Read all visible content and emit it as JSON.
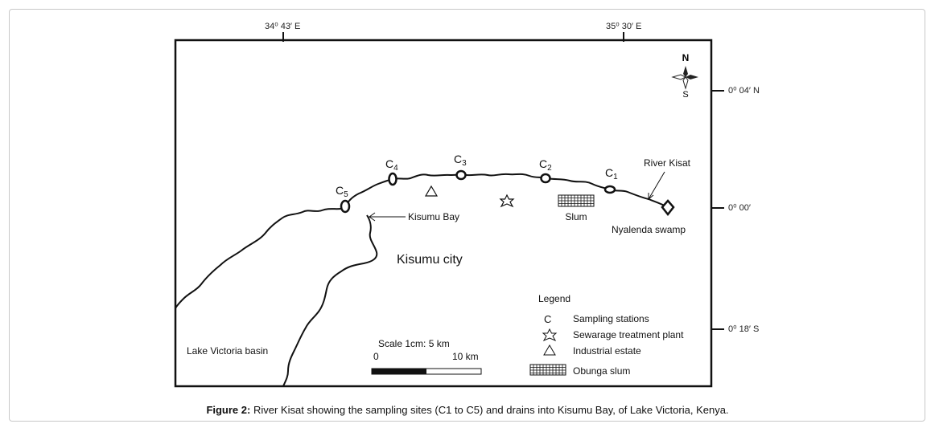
{
  "coordinates": {
    "lon_left": "34⁰ 43′ E",
    "lon_right": "35⁰ 30′ E",
    "lat_top": "0⁰ 04′ N",
    "lat_mid": "0⁰ 00′",
    "lat_bottom": "0⁰ 18′ S"
  },
  "compass": {
    "north": "N",
    "south": "S"
  },
  "stations": [
    {
      "letter": "C",
      "sub": "1"
    },
    {
      "letter": "C",
      "sub": "2"
    },
    {
      "letter": "C",
      "sub": "3"
    },
    {
      "letter": "C",
      "sub": "4"
    },
    {
      "letter": "C",
      "sub": "5"
    }
  ],
  "labels": {
    "river": "River Kisat",
    "bay": "Kisumu Bay",
    "swamp": "Nyalenda swamp",
    "slum": "Slum",
    "city": "Kisumu city",
    "basin": "Lake Victoria basin"
  },
  "legend": {
    "title": "Legend",
    "items": [
      {
        "symbol": "C",
        "label": "Sampling stations"
      },
      {
        "symbol": "star",
        "label": "Sewarage treatment plant"
      },
      {
        "symbol": "triangle",
        "label": "Industrial estate"
      },
      {
        "symbol": "grid",
        "label": "Obunga slum"
      }
    ]
  },
  "scale": {
    "title": "Scale 1cm: 5 km",
    "start": "0",
    "end": "10 km"
  },
  "caption": {
    "label": "Figure 2:",
    "text": " River Kisat showing the sampling sites (C1 to C5) and drains into Kisumu Bay, of Lake Victoria, Kenya."
  }
}
